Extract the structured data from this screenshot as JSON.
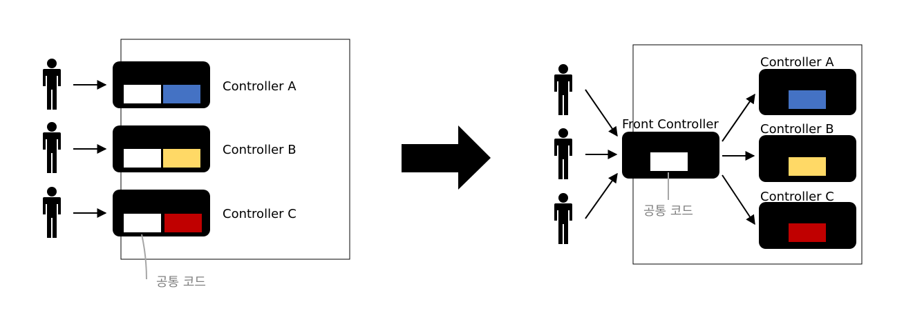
{
  "left": {
    "controllers": [
      {
        "label": "Controller A",
        "color": "#4472c4"
      },
      {
        "label": "Controller B",
        "color": "#ffd966"
      },
      {
        "label": "Controller C",
        "color": "#c00000"
      }
    ],
    "common_code_label": "공통 코드"
  },
  "right": {
    "front_controller_label": "Front Controller",
    "common_code_label": "공통 코드",
    "controllers": [
      {
        "label": "Controller A",
        "color": "#4472c4"
      },
      {
        "label": "Controller B",
        "color": "#ffd966"
      },
      {
        "label": "Controller C",
        "color": "#c00000"
      }
    ]
  },
  "colors": {
    "block": "#000000",
    "common_code": "#ffffff",
    "leader_line": "#a6a6a6",
    "person": "#000000"
  },
  "icons": {
    "person": "person-icon",
    "transition": "big-right-arrow-icon"
  }
}
